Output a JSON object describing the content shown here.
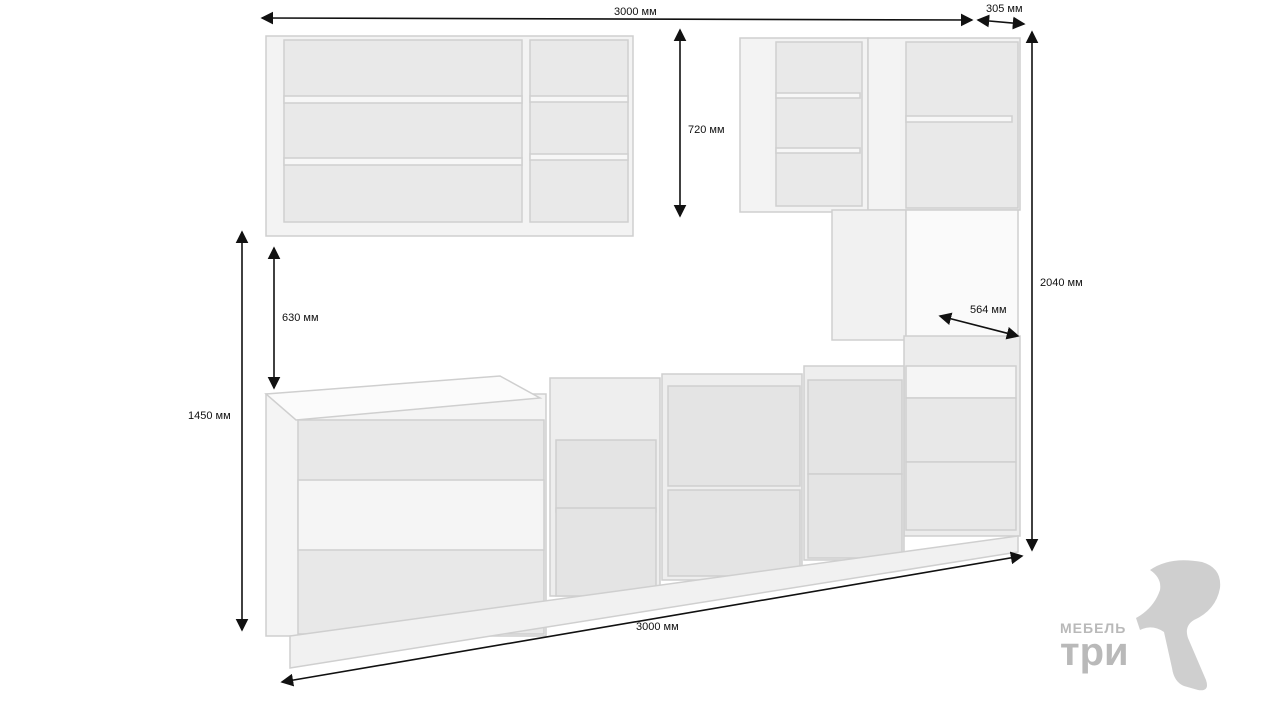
{
  "dimensions": {
    "top_width": "3000 мм",
    "depth_top": "305 мм",
    "upper_height": "720 мм",
    "gap_height": "630 мм",
    "total_height_left": "1450 мм",
    "tall_height": "2040 мм",
    "inner_depth": "564 мм",
    "bottom_width": "3000 мм"
  },
  "logo": {
    "line1": "МЕБЕЛЬ",
    "line2": "три"
  },
  "colors": {
    "panel": "#f4f4f4",
    "panel_shade": "#e3e3e3",
    "edge": "#cfcfcf",
    "line": "#111111",
    "logo": "#bcbcbc"
  }
}
